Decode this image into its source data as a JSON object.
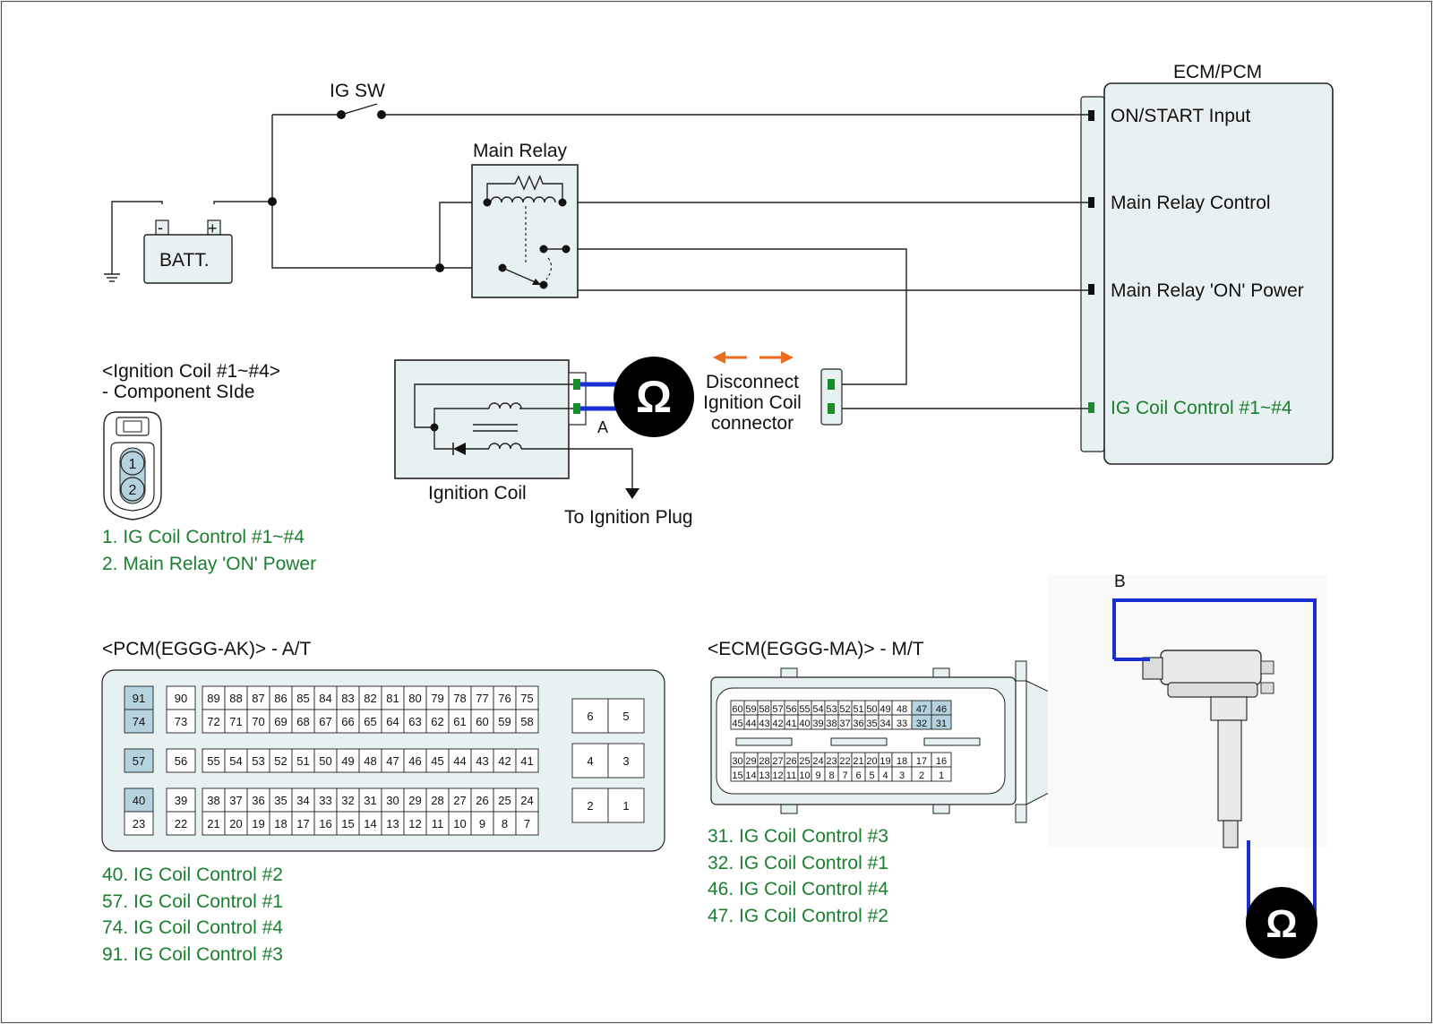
{
  "colors": {
    "wire": "#222222",
    "box_fill": "#e8f1f1",
    "highlight_pin": "#b5d3de",
    "green_text": "#1a7f2e",
    "meter_wire": "#1a2fd0",
    "arrow_orange": "#ef6a1a",
    "terminal_green": "#1a8a2a"
  },
  "icons": {
    "ohmmeter": "ohmmeter-icon",
    "battery": "battery-icon",
    "ground": "ground-icon",
    "switch": "switch-icon",
    "relay": "relay-icon",
    "coil": "ignition-coil-icon",
    "connector": "connector-icon",
    "arrows": "double-arrow-icon"
  },
  "ecm": {
    "title": "ECM/PCM",
    "terminals": [
      {
        "label": "ON/START Input"
      },
      {
        "label": "Main Relay Control"
      },
      {
        "label": "Main Relay 'ON' Power"
      },
      {
        "label": "IG Coil  Control #1~#4"
      }
    ]
  },
  "circuit": {
    "ig_sw": "IG SW",
    "main_relay": "Main Relay",
    "battery": "BATT.",
    "battery_minus": "-",
    "battery_plus": "+",
    "ignition_coil": "Ignition Coil",
    "to_plug": "To Ignition Plug",
    "point_a": "A",
    "ohm": "Ω",
    "disconnect": [
      "Disconnect",
      "Ignition Coil",
      "connector"
    ]
  },
  "component_side": {
    "title": "<Ignition Coil #1~#4>",
    "subtitle": "- Component SIde",
    "pins": [
      "1",
      "2"
    ],
    "legend": [
      "1. IG Coil  Control #1~#4",
      "2. Main Relay 'ON' Power"
    ]
  },
  "pcm": {
    "title": "<PCM(EGGG-AK)> - A/T",
    "highlighted": [
      "91",
      "74",
      "57",
      "40"
    ],
    "group1_left": [
      [
        "91",
        "90"
      ],
      [
        "74",
        "73"
      ]
    ],
    "group1_main": [
      [
        "89",
        "88",
        "87",
        "86",
        "85",
        "84",
        "83",
        "82",
        "81",
        "80",
        "79",
        "78",
        "77",
        "76",
        "75"
      ],
      [
        "72",
        "71",
        "70",
        "69",
        "68",
        "67",
        "66",
        "65",
        "64",
        "63",
        "62",
        "61",
        "60",
        "59",
        "58"
      ]
    ],
    "group2_left": [
      "57",
      "56"
    ],
    "group2_main": [
      "55",
      "54",
      "53",
      "52",
      "51",
      "50",
      "49",
      "48",
      "47",
      "46",
      "45",
      "44",
      "43",
      "42",
      "41"
    ],
    "group3_left": [
      [
        "40",
        "39"
      ],
      [
        "23",
        "22"
      ]
    ],
    "group3_main": [
      [
        "38",
        "37",
        "36",
        "35",
        "34",
        "33",
        "32",
        "31",
        "30",
        "29",
        "28",
        "27",
        "26",
        "25",
        "24"
      ],
      [
        "21",
        "20",
        "19",
        "18",
        "17",
        "16",
        "15",
        "14",
        "13",
        "12",
        "11",
        "10",
        "9",
        "8",
        "7"
      ]
    ],
    "right_pairs": [
      [
        "6",
        "5"
      ],
      [
        "4",
        "3"
      ],
      [
        "2",
        "1"
      ]
    ],
    "legend": [
      "40. IG Coil  Control #2",
      "57. IG Coil  Control #1",
      "74. IG Coil  Control #4",
      "91. IG Coil  Control #3"
    ]
  },
  "ecm_mt": {
    "title": "<ECM(EGGG-MA)> - M/T",
    "highlighted": [
      "47",
      "46",
      "32",
      "31"
    ],
    "top_rows": [
      [
        "60",
        "59",
        "58",
        "57",
        "56",
        "55",
        "54",
        "53",
        "52",
        "51",
        "50",
        "49",
        "48",
        "47",
        "46"
      ],
      [
        "45",
        "44",
        "43",
        "42",
        "41",
        "40",
        "39",
        "38",
        "37",
        "36",
        "35",
        "34",
        "33",
        "32",
        "31"
      ]
    ],
    "bottom_rows": [
      [
        "30",
        "29",
        "28",
        "27",
        "26",
        "25",
        "24",
        "23",
        "22",
        "21",
        "20",
        "19",
        "18",
        "17",
        "16"
      ],
      [
        "15",
        "14",
        "13",
        "12",
        "11",
        "10",
        "9",
        "8",
        "7",
        "6",
        "5",
        "4",
        "3",
        "2",
        "1"
      ]
    ],
    "legend": [
      "31. IG Coil  Control #3",
      "32. IG Coil  Control #1",
      "46. IG Coil  Control #4",
      "47. IG Coil  Control #2"
    ]
  },
  "photo": {
    "label": "B",
    "ohm": "Ω"
  }
}
